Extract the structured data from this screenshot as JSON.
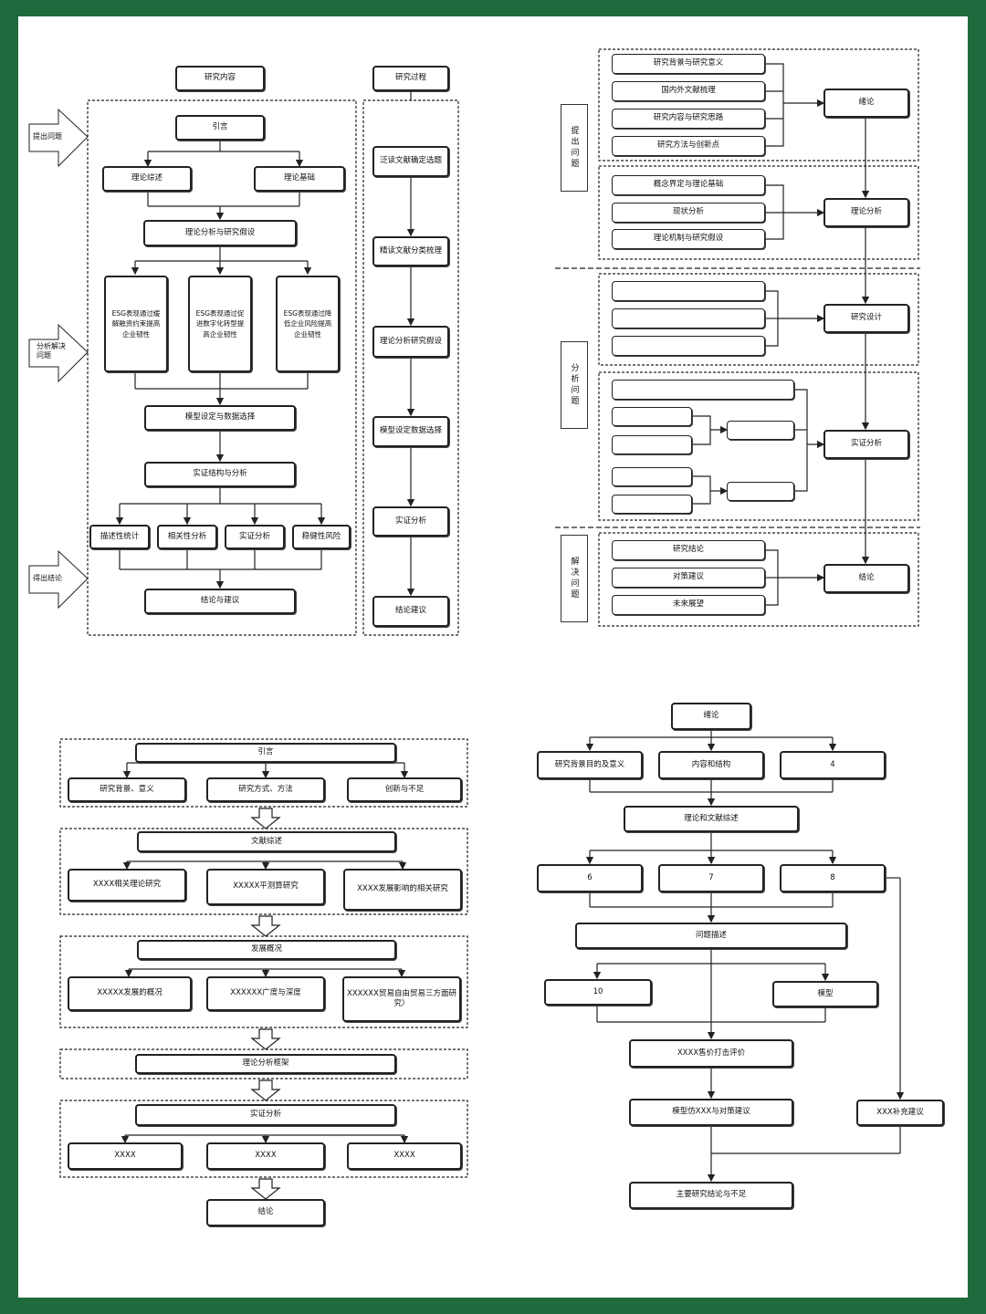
{
  "colors": {
    "frame": "#1f6b3d",
    "line": "#222222",
    "paper": "#ffffff"
  },
  "d1": {
    "head_content": "研究内容",
    "head_process": "研究过程",
    "side": [
      "提出问题",
      "分析解决问题",
      "得出结论"
    ],
    "intro": "引言",
    "theory_review": "理论综述",
    "theory_basis": "理论基础",
    "theory_hyp": "理论分析与研究假设",
    "esg": [
      "ESG表现通过缓解融资约束提高企业韧性",
      "ESG表现通过促进数字化转型提高企业韧性",
      "ESG表现通过降低企业风险提高企业韧性"
    ],
    "model": "模型设定与数据选择",
    "empirical": "实证结构与分析",
    "methods": [
      "描述性统计",
      "相关性分析",
      "实证分析",
      "稳健性风险"
    ],
    "conclusion": "结论与建议",
    "process": [
      "泛读文献确定选题",
      "精读文献分类梳理",
      "理论分析研究假设",
      "模型设定数据选择",
      "实证分析",
      "结论建议"
    ]
  },
  "d2": {
    "side": [
      "提出问题",
      "分析问题",
      "解决问题"
    ],
    "g1": [
      "研究背景与研究意义",
      "国内外文献梳理",
      "研究内容与研究思路",
      "研究方法与创新点"
    ],
    "g2": [
      "概念界定与理论基础",
      "现状分析",
      "理论机制与研究假设"
    ],
    "g5": [
      "研究结论",
      "对策建议",
      "未来展望"
    ],
    "right": [
      "绪论",
      "理论分析",
      "研究设计",
      "实证分析",
      "结论"
    ]
  },
  "d3": {
    "s1": {
      "title": "引言",
      "items": [
        "研究背景、意义",
        "研究方式、方法",
        "创新与不足"
      ]
    },
    "s2": {
      "title": "文献综述",
      "items": [
        "XXXX相关理论研究",
        "XXXXX平测算研究",
        "XXXX发展影响的相关研究"
      ]
    },
    "s3": {
      "title": "发展概况",
      "items": [
        "XXXXX发展的概况",
        "XXXXXX广度与深度",
        "XXXXXX贸易自由贸易三方面研究）"
      ]
    },
    "s4": {
      "title": "理论分析框架"
    },
    "s5": {
      "title": "实证分析",
      "items": [
        "XXXX",
        "XXXX",
        "XXXX"
      ]
    },
    "end": "结论"
  },
  "d4": {
    "top": "绪论",
    "row1": [
      "研究背景目的及意义",
      "内容和结构",
      "4"
    ],
    "lit": "理论和文献综述",
    "row2": [
      "6",
      "7",
      "8"
    ],
    "problem": "问题描述",
    "row3": [
      "10",
      "模型"
    ],
    "eval": "XXXX售价打击评价",
    "advice": "模型仿XXX与对策建议",
    "supp": "XXX补充建议",
    "final": "主要研究结论与不足"
  }
}
